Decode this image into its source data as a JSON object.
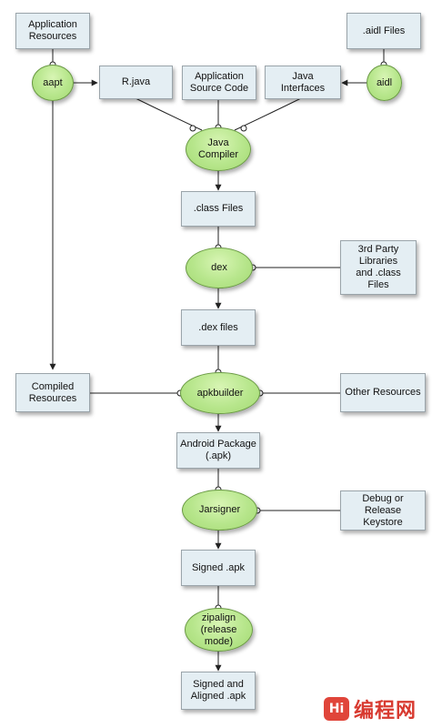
{
  "boxes": {
    "app_resources": "Application\nResources",
    "r_java": "R.java",
    "app_source": "Application\nSource Code",
    "java_interfaces": "Java\nInterfaces",
    "aidl_files": ".aidl Files",
    "class_files": ".class Files",
    "third_party": "3rd Party\nLibraries\nand .class\nFiles",
    "dex_files": ".dex files",
    "compiled_resources": "Compiled\nResources",
    "other_resources": "Other Resources",
    "android_package": "Android Package\n(.apk)",
    "debug_keystore": "Debug or\nRelease\nKeystore",
    "signed_apk": "Signed .apk",
    "signed_aligned_apk": "Signed and\nAligned .apk"
  },
  "tools": {
    "aapt": "aapt",
    "aidl": "aidl",
    "java_compiler": "Java\nCompiler",
    "dex": "dex",
    "apkbuilder": "apkbuilder",
    "jarsigner": "Jarsigner",
    "zipalign": "zipalign\n(release\nmode)"
  },
  "colors": {
    "box_fill": "#e4eef3",
    "tool_fill": "#b7e68c",
    "line": "#222222",
    "watermark": "#d83a30"
  },
  "watermark": {
    "logo_text": "Hi",
    "text": "编程网"
  }
}
